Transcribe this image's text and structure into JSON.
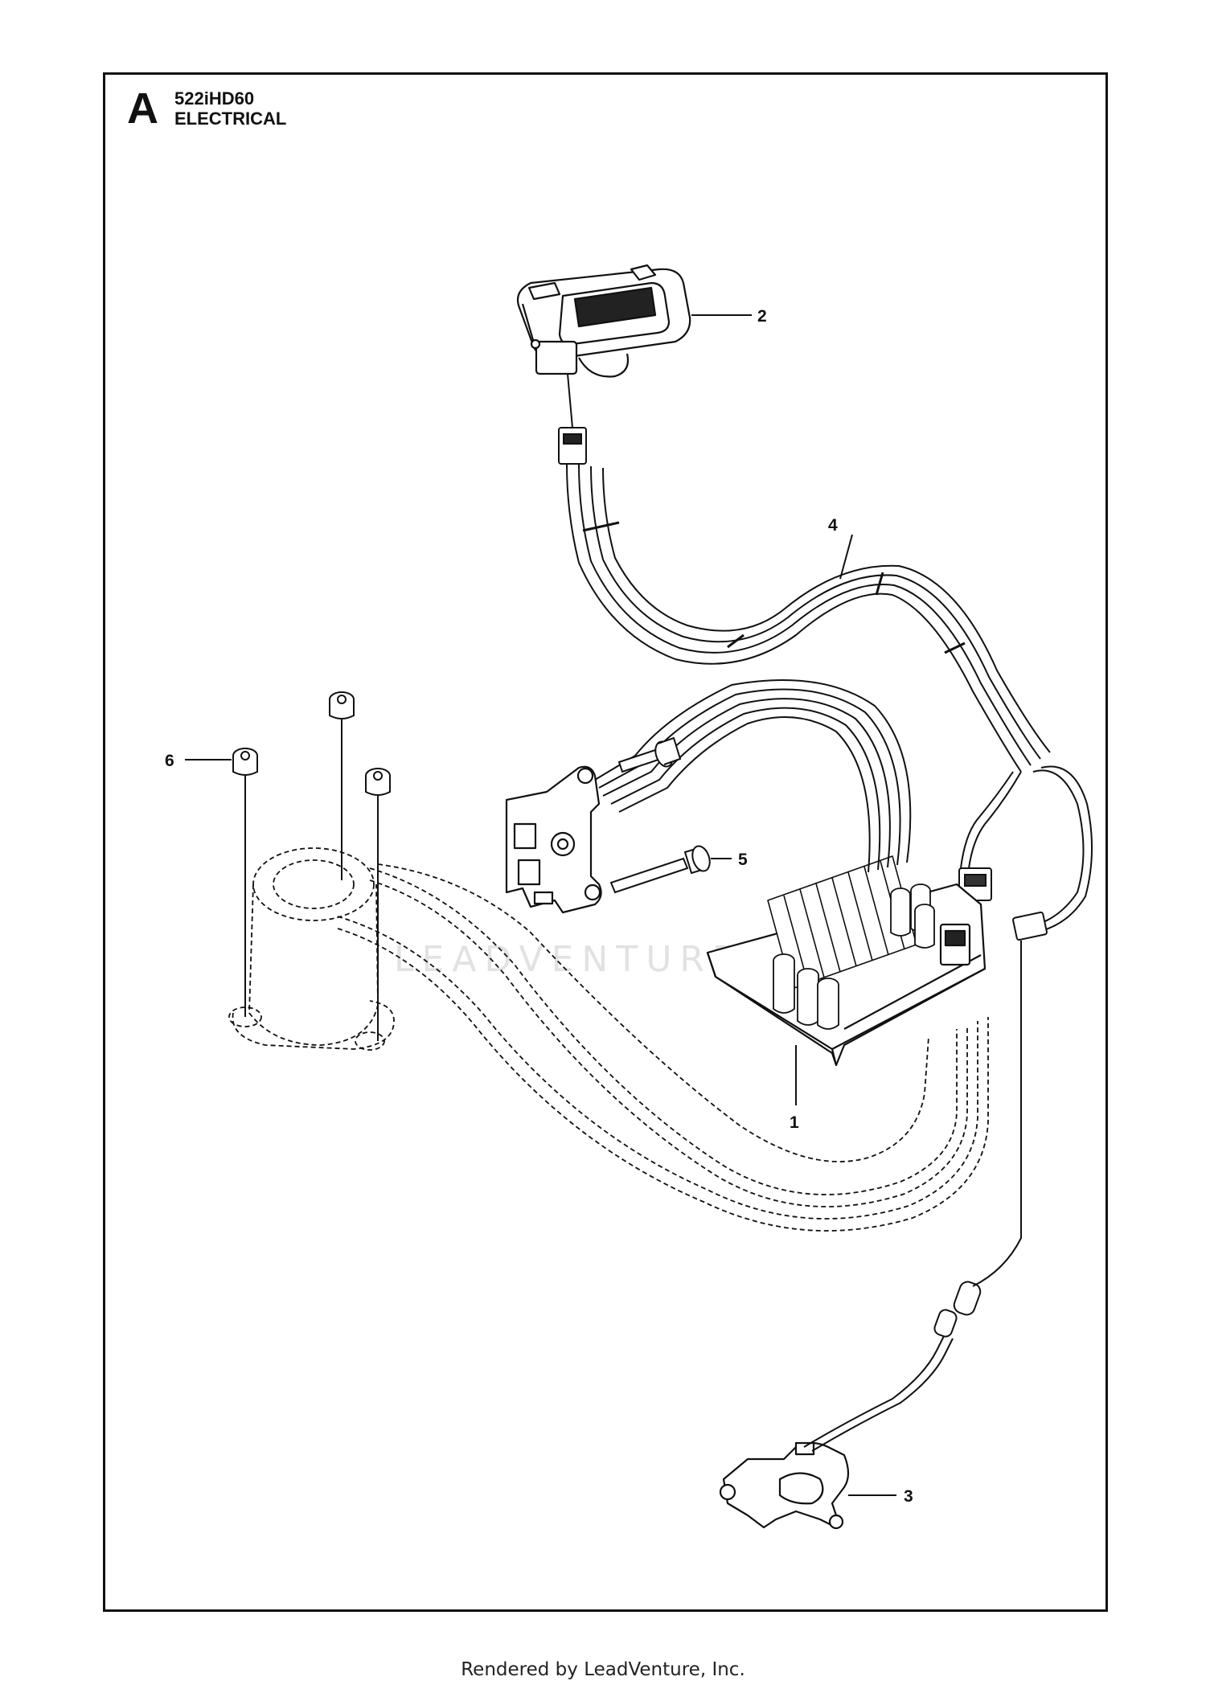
{
  "header": {
    "section_letter": "A",
    "model": "522iHD60",
    "title": "ELECTRICAL"
  },
  "callouts": [
    {
      "id": "1"
    },
    {
      "id": "2"
    },
    {
      "id": "3"
    },
    {
      "id": "4"
    },
    {
      "id": "5"
    },
    {
      "id": "6"
    }
  ],
  "watermark": "LEADVENTURE",
  "footer": "Rendered by LeadVenture, Inc."
}
